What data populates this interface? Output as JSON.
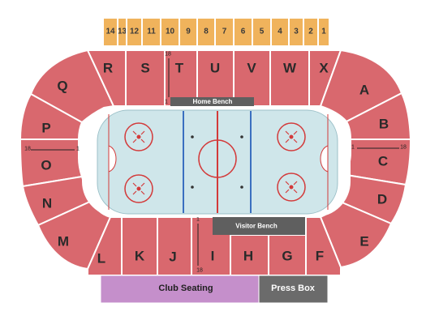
{
  "upper_sections": [
    "14",
    "13",
    "12",
    "11",
    "10",
    "9",
    "8",
    "7",
    "6",
    "5",
    "4",
    "3",
    "2",
    "1"
  ],
  "sections": {
    "Q": "Q",
    "R": "R",
    "S": "S",
    "T": "T",
    "U": "U",
    "V": "V",
    "W": "W",
    "X": "X",
    "A": "A",
    "B": "B",
    "C": "C",
    "D": "D",
    "E": "E",
    "P": "P",
    "O": "O",
    "N": "N",
    "M": "M",
    "L": "L",
    "K": "K",
    "J": "J",
    "I": "I",
    "H": "H",
    "G": "G",
    "F": "F"
  },
  "row_markers": {
    "t_top": "18",
    "t_bottom": "1",
    "po_left": "18",
    "po_right": "1",
    "bc_left": "1",
    "bc_right": "18",
    "i_top": "1",
    "i_bottom": "18"
  },
  "home_bench": "Home Bench",
  "visitor_bench": "Visitor Bench",
  "club_seating": "Club Seating",
  "press_box": "Press Box",
  "colors": {
    "section": "#d9686e",
    "upper": "#f0b35c",
    "club": "#c58fcb",
    "press": "#6b6b6b",
    "bench": "#5f5f5f",
    "ice": "#cfe6ea"
  }
}
